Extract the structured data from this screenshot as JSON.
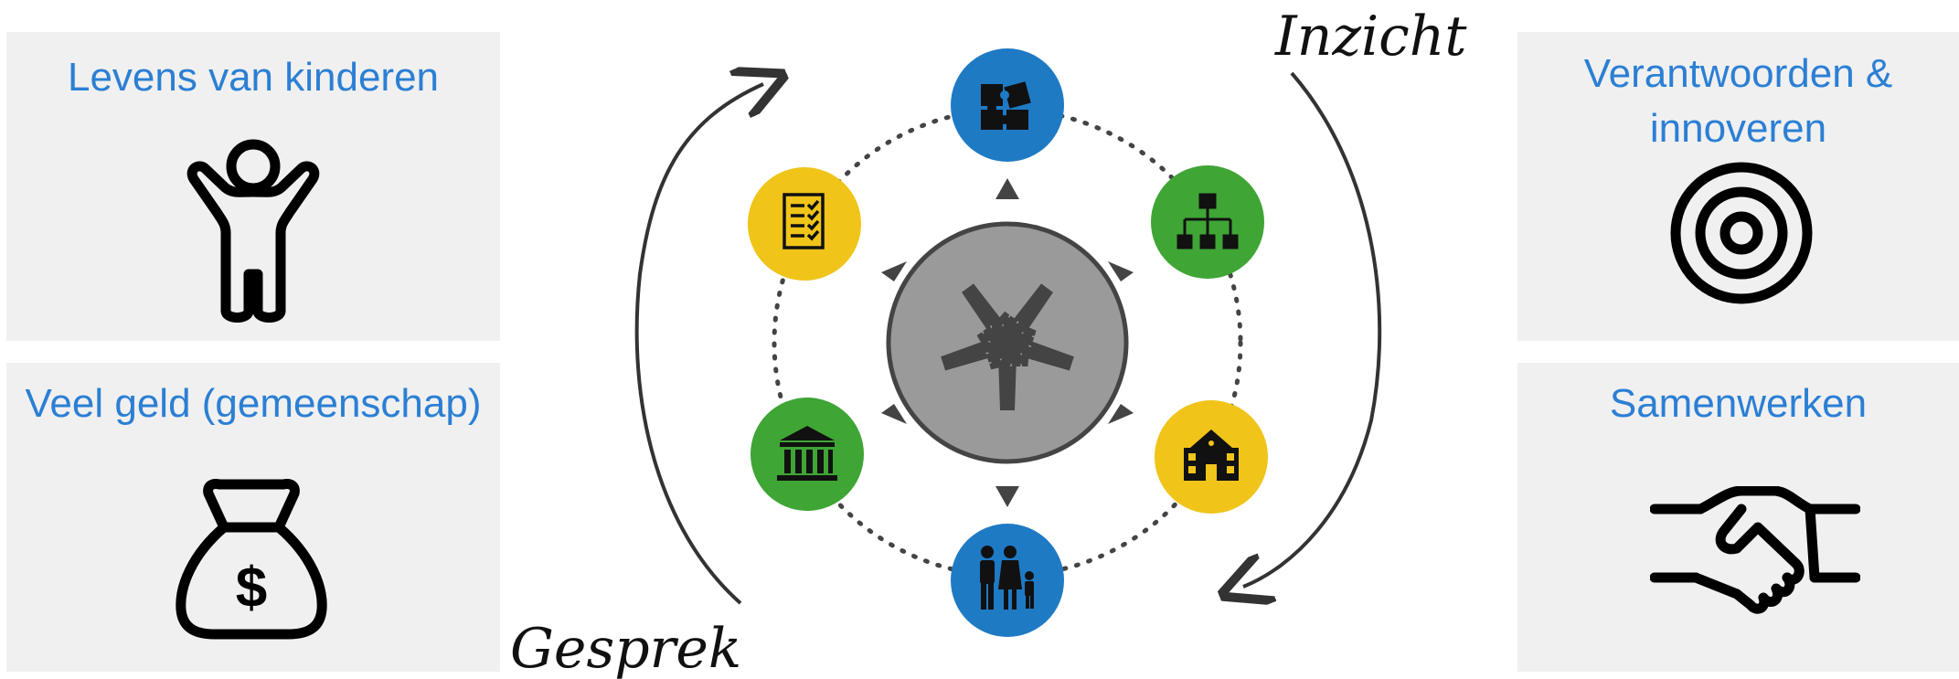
{
  "panels": {
    "kids": {
      "title": "Levens van kinderen"
    },
    "money": {
      "title": "Veel geld (gemeenschap)"
    },
    "innovate": {
      "title": "Verantwoorden &\ninnoveren"
    },
    "cooperate": {
      "title": "Samenwerken"
    }
  },
  "cycle": {
    "label_top": "Inzicht",
    "label_bottom": "Gesprek"
  },
  "colors": {
    "title_blue": "#2b7fd4",
    "node_blue": "#1f7ac4",
    "node_green": "#3fa535",
    "node_yellow": "#f0c419",
    "center_gray": "#9a9a9a",
    "panel_bg": "#f0f0f0"
  },
  "nodes": [
    {
      "icon": "puzzle-icon",
      "color": "blue"
    },
    {
      "icon": "org-chart-icon",
      "color": "green"
    },
    {
      "icon": "school-icon",
      "color": "yellow"
    },
    {
      "icon": "family-icon",
      "color": "blue"
    },
    {
      "icon": "government-icon",
      "color": "green"
    },
    {
      "icon": "checklist-icon",
      "color": "yellow"
    }
  ],
  "center": {
    "icon": "joined-hands-icon"
  }
}
